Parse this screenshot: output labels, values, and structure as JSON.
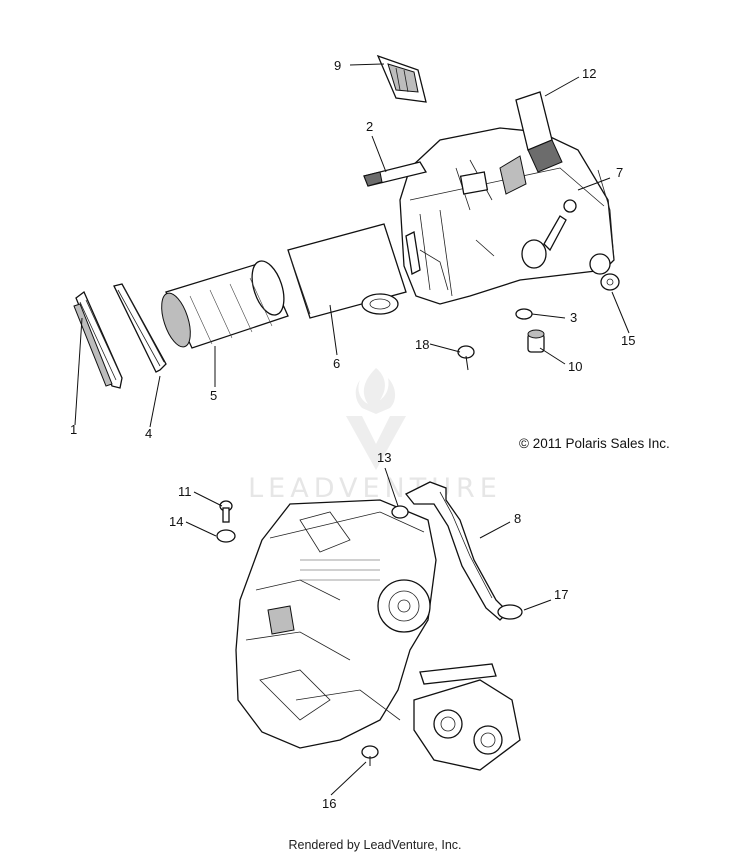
{
  "diagram": {
    "callouts": [
      {
        "id": "c1",
        "label": "1"
      },
      {
        "id": "c2",
        "label": "2"
      },
      {
        "id": "c3",
        "label": "3"
      },
      {
        "id": "c4",
        "label": "4"
      },
      {
        "id": "c5",
        "label": "5"
      },
      {
        "id": "c6",
        "label": "6"
      },
      {
        "id": "c7",
        "label": "7"
      },
      {
        "id": "c8",
        "label": "8"
      },
      {
        "id": "c9",
        "label": "9"
      },
      {
        "id": "c10",
        "label": "10"
      },
      {
        "id": "c11",
        "label": "11"
      },
      {
        "id": "c12",
        "label": "12"
      },
      {
        "id": "c13",
        "label": "13"
      },
      {
        "id": "c14",
        "label": "14"
      },
      {
        "id": "c15",
        "label": "15"
      },
      {
        "id": "c16",
        "label": "16"
      },
      {
        "id": "c17",
        "label": "17"
      },
      {
        "id": "c18",
        "label": "18"
      }
    ],
    "copyright": "© 2011 Polaris Sales Inc.",
    "watermark": "LEADVENTURE",
    "footer": "Rendered by LeadVenture, Inc."
  }
}
